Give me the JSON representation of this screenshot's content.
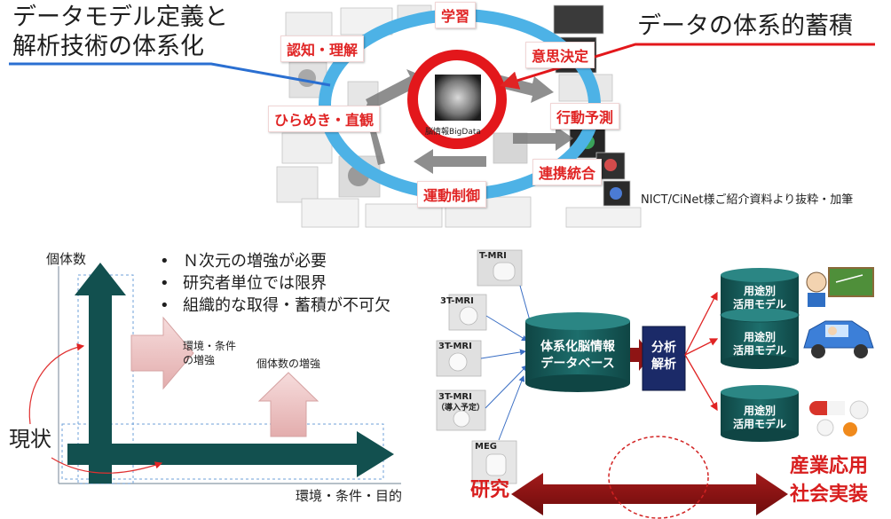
{
  "top": {
    "left_title": [
      "データモデル定義と",
      "解析技術の体系化"
    ],
    "right_title": "データの体系的蓄積",
    "source_note": "NICT/CiNet様ご紹介資料より抜粋・加筆",
    "cycle": {
      "center_label": "脳情報BigData",
      "stages": [
        "学習",
        "認知・理解",
        "意思決定",
        "ひらめき・直観",
        "行動予測",
        "連携統合",
        "運動制御"
      ]
    }
  },
  "growth": {
    "y_label": "個体数",
    "x_label": "環境・条件・目的",
    "bullets": [
      "Ｎ次元の増強が必要",
      "研究者単位では限界",
      "組織的な取得・蓄積が不可欠"
    ],
    "env_label": [
      "環境・条件",
      "の増強"
    ],
    "count_label": "個体数の増強",
    "current_label": "現状"
  },
  "pipeline": {
    "sources": [
      "T-MRI",
      "3T-MRI",
      "3T-MRI",
      "3T-MRI",
      "MEG"
    ],
    "planned_note": "（導入予定）",
    "database": [
      "体系化脳情報",
      "データベース"
    ],
    "analysis": [
      "分析",
      "解析"
    ],
    "models": [
      [
        "用途別",
        "活用モデル"
      ],
      [
        "用途別",
        "活用モデル"
      ],
      [
        "用途別",
        "活用モデル"
      ]
    ],
    "research": "研究",
    "application": [
      "産業応用",
      "社会実装"
    ]
  },
  "colors": {
    "outer_ring": "#4db2e6",
    "center_ring": "#e3171b",
    "stage_text": "#e02424",
    "teal": "#12504f",
    "navy": "#1b2a68",
    "dark_red": "#8e1414",
    "accent_red": "#d81e1e",
    "blue_line": "#2a6fd1"
  }
}
